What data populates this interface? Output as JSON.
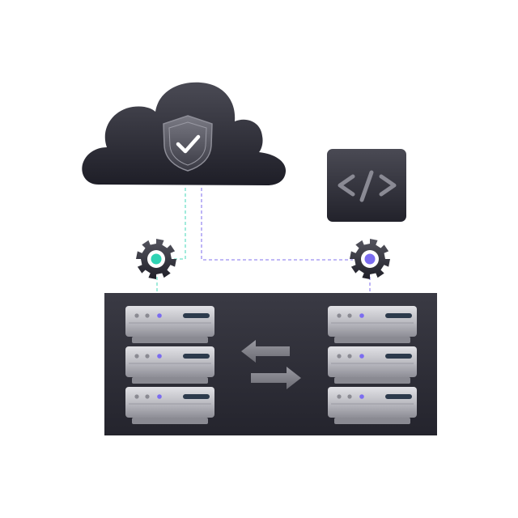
{
  "colors": {
    "background": "#ffffff",
    "dark": "#25252f",
    "panel": "#2a2a34",
    "server_metal": "#c8c8cc",
    "accent_teal": "#2fd3b4",
    "accent_purple": "#7b6cf0",
    "connector_teal": "#6fe0c8",
    "connector_purple": "#9a8df0"
  },
  "icons": {
    "cloud": "cloud-icon",
    "shield": "shield-check-icon",
    "code": "code-brackets-icon",
    "gear_left": "gear-icon",
    "gear_right": "gear-icon",
    "transfer": "swap-arrows-icon",
    "server": "server-rack-icon"
  },
  "code_label": "</>",
  "server_stacks": [
    {
      "id": "left",
      "units": 3,
      "status_color": "#7b6cf0"
    },
    {
      "id": "right",
      "units": 3,
      "status_color": "#7b6cf0"
    }
  ]
}
